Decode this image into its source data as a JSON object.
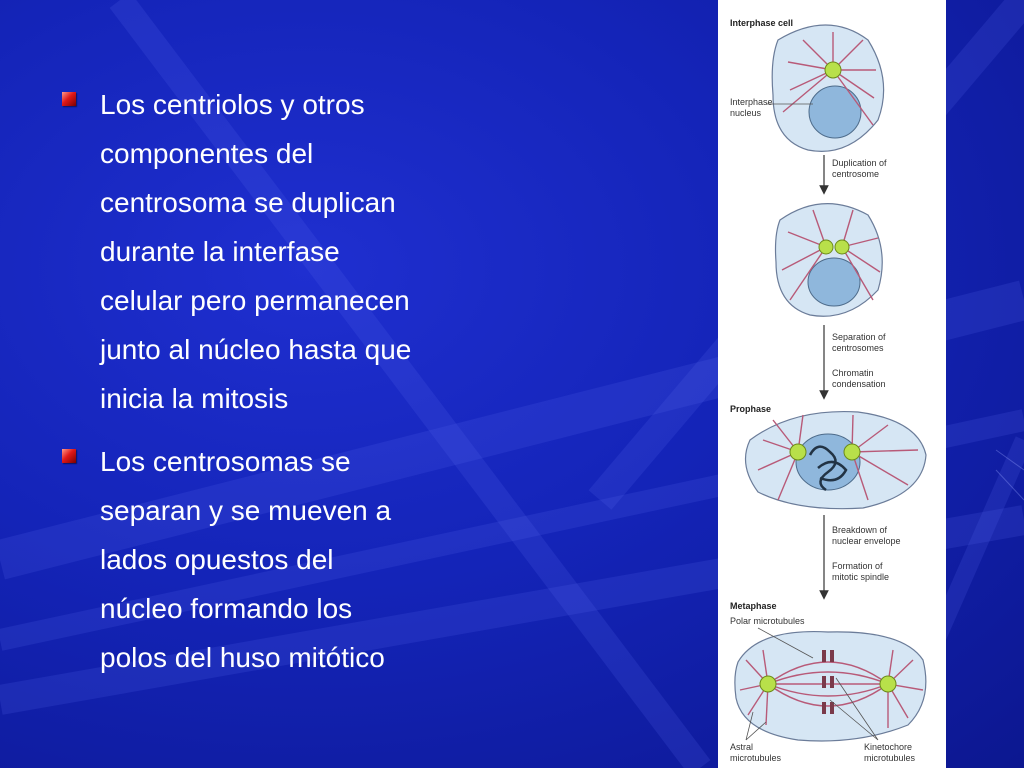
{
  "colors": {
    "background": "#1424b8",
    "text": "#ffffff",
    "bullet_marker": "#e01818",
    "cell_fill": "#d6e6f4",
    "nucleus_fill": "#8fb7dc",
    "centrosome_fill": "#b8e04a",
    "microtubule": "#b85a78"
  },
  "slide": {
    "bullets": [
      {
        "text": "Los centriolos y otros\ncomponentes del\ncentrosoma se duplican\ndurante la interfase\ncelular pero permanecen\njunto al núcleo hasta que\ninicia la mitosis"
      },
      {
        "text": "Los centrosomas se\nseparan y se mueven a\nlados opuestos del\nnúcleo formando los\npolos del huso mitótico"
      }
    ]
  },
  "figure": {
    "interphase_title": "Interphase cell",
    "interphase_nucleus": [
      "Interphase",
      "nucleus"
    ],
    "step1": [
      "Duplication of",
      "centrosome"
    ],
    "step2": [
      "Separation of",
      "centrosomes"
    ],
    "step3": [
      "Chromatin",
      "condensation"
    ],
    "prophase_title": "Prophase",
    "step4": [
      "Breakdown of",
      "nuclear envelope"
    ],
    "step5": [
      "Formation of",
      "mitotic spindle"
    ],
    "metaphase_title": "Metaphase",
    "polar_label": "Polar microtubules",
    "astral_label": [
      "Astral",
      "microtubules"
    ],
    "kinetochore_label": [
      "Kinetochore",
      "microtubules"
    ]
  }
}
